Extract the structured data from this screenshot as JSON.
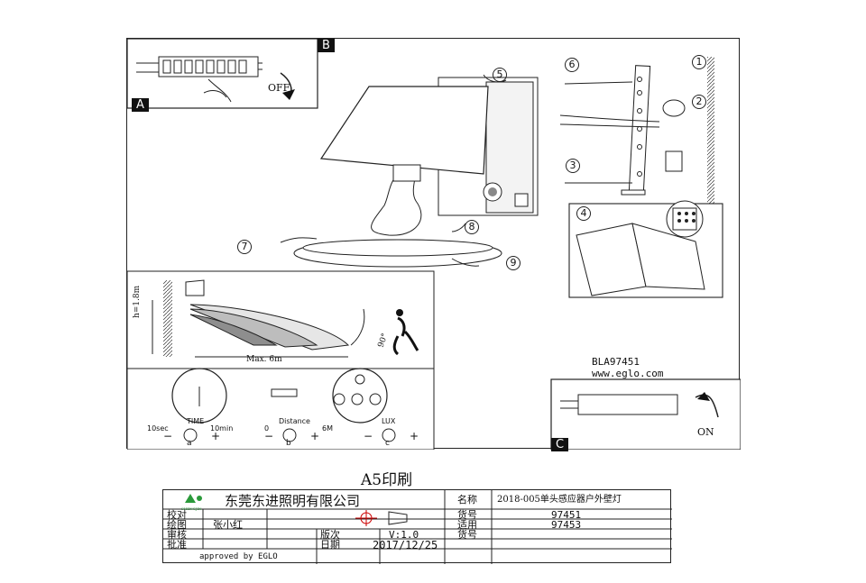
{
  "panels": {
    "a_label": "A",
    "b_label": "B",
    "c_label": "C",
    "off_label": "OFF",
    "on_label": "ON"
  },
  "steps": [
    "1",
    "2",
    "3",
    "4",
    "5",
    "6",
    "7",
    "8",
    "9"
  ],
  "sensor": {
    "height_label": "h=1.8m",
    "max_label": "Max. 6m",
    "angle_label": "90°"
  },
  "product": {
    "code": "BLA97451",
    "url": "www.eglo.com"
  },
  "controls": {
    "time_label": "TIME",
    "time_min": "10sec",
    "time_max": "10min",
    "time_mark": "a",
    "distance_label": "Distance",
    "distance_min": "0",
    "distance_max": "6M",
    "distance_mark": "b",
    "lux_label": "LUX",
    "lux_mark": "c",
    "minus": "−",
    "plus": "+"
  },
  "print_label": "A5印刷",
  "titleblock": {
    "company": "东莞东进照明有限公司",
    "logo_text": "SHENGJIN",
    "row_labels": [
      "校对",
      "绘图",
      "审核",
      "批准"
    ],
    "drawer": "张小红",
    "version_label": "版次",
    "version": "V:1.0",
    "date_label": "日期",
    "date": "2017/12/25",
    "name_label": "名称",
    "name": "2018-005单头感应器户外壁灯",
    "model_label": "货号",
    "model": "97451",
    "applicable_label": "适用",
    "applicable_model_label": "货号",
    "applicable": "97453",
    "approved": "approved by EGLO"
  }
}
